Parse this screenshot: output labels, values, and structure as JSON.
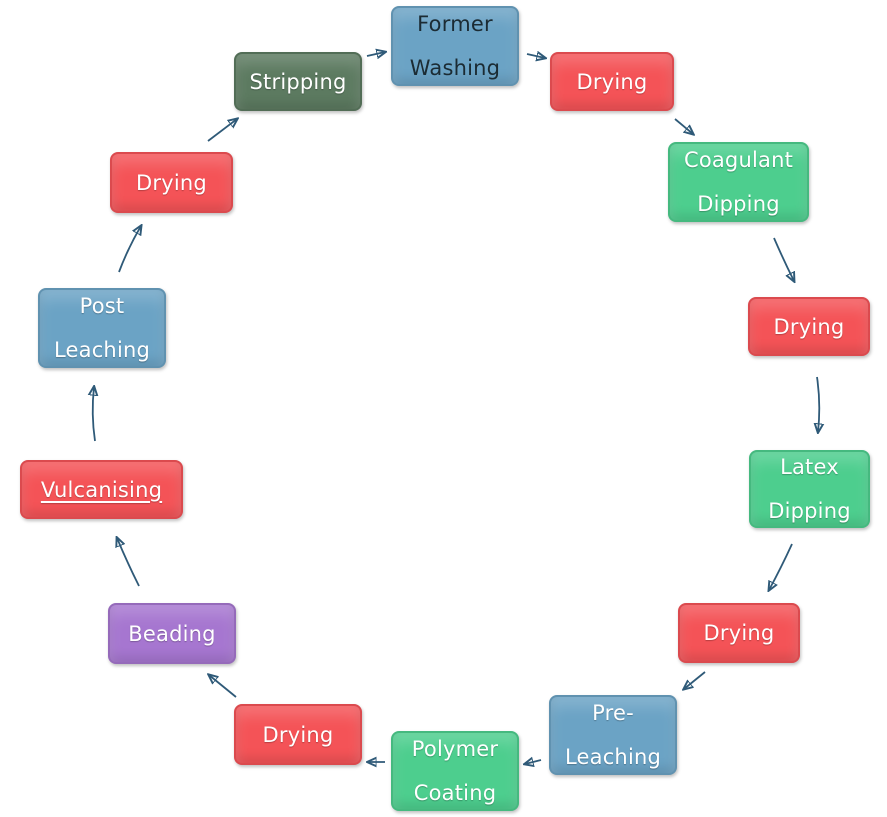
{
  "colors": {
    "blue": "#6ba3c5",
    "red": "#f45357",
    "green": "#4dce8e",
    "darkgreen": "#5c7a60",
    "purple": "#a676d0",
    "arrow": "#2f5a78"
  },
  "nodes": [
    {
      "id": "former-washing",
      "label": "Former\nWashing",
      "color": "blue"
    },
    {
      "id": "drying-1",
      "label": "Drying",
      "color": "red"
    },
    {
      "id": "coagulant-dipping",
      "label": "Coagulant\nDipping",
      "color": "green"
    },
    {
      "id": "drying-2",
      "label": "Drying",
      "color": "red"
    },
    {
      "id": "latex-dipping",
      "label": "Latex\nDipping",
      "color": "green"
    },
    {
      "id": "drying-3",
      "label": "Drying",
      "color": "red"
    },
    {
      "id": "pre-leaching",
      "label": "Pre-\nLeaching",
      "color": "blue"
    },
    {
      "id": "polymer-coating",
      "label": "Polymer\nCoating",
      "color": "green"
    },
    {
      "id": "drying-4",
      "label": "Drying",
      "color": "red"
    },
    {
      "id": "beading",
      "label": "Beading",
      "color": "purple"
    },
    {
      "id": "vulcanising",
      "label": "Vulcanising",
      "color": "red"
    },
    {
      "id": "post-leaching",
      "label": "Post\nLeaching",
      "color": "blue"
    },
    {
      "id": "drying-5",
      "label": "Drying",
      "color": "red"
    },
    {
      "id": "stripping",
      "label": "Stripping",
      "color": "darkgreen"
    }
  ],
  "node_labels": {
    "former_washing": "Former\nWashing",
    "drying_1": "Drying",
    "coagulant_dipping": "Coagulant\nDipping",
    "drying_2": "Drying",
    "latex_dipping": "Latex\nDipping",
    "drying_3": "Drying",
    "pre_leaching": "Pre-\nLeaching",
    "polymer_coating": "Polymer\nCoating",
    "drying_4": "Drying",
    "beading": "Beading",
    "vulcanising": "Vulcanising",
    "post_leaching": "Post\nLeaching",
    "drying_5": "Drying",
    "stripping": "Stripping"
  }
}
